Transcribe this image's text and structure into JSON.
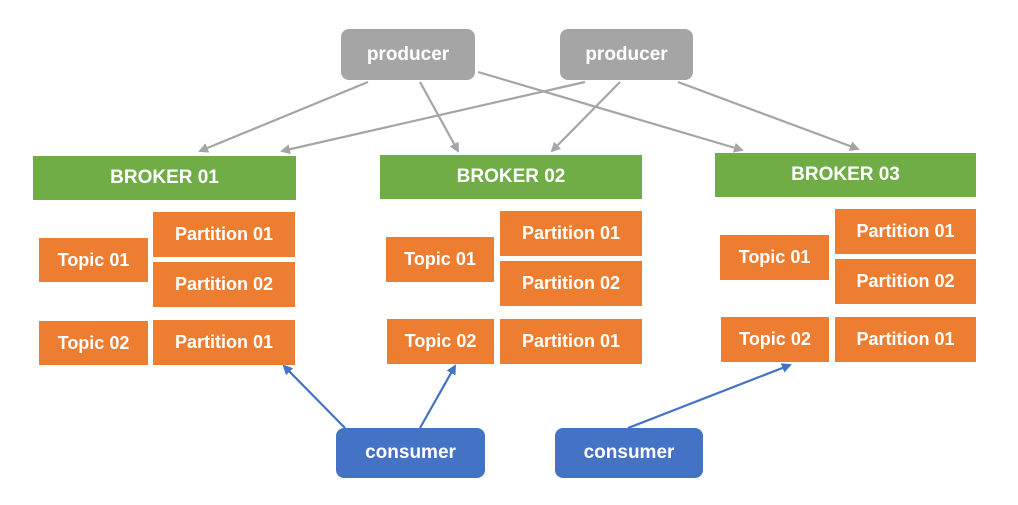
{
  "producers": [
    "producer",
    "producer"
  ],
  "consumers": [
    "consumer",
    "consumer"
  ],
  "brokers": [
    {
      "name": "BROKER 01",
      "topics": [
        {
          "label": "Topic 01",
          "partitions": [
            "Partition 01",
            "Partition 02"
          ]
        },
        {
          "label": "Topic 02",
          "partitions": [
            "Partition 01"
          ]
        }
      ]
    },
    {
      "name": "BROKER 02",
      "topics": [
        {
          "label": "Topic 01",
          "partitions": [
            "Partition 01",
            "Partition 02"
          ]
        },
        {
          "label": "Topic 02",
          "partitions": [
            "Partition 01"
          ]
        }
      ]
    },
    {
      "name": "BROKER 03",
      "topics": [
        {
          "label": "Topic 01",
          "partitions": [
            "Partition 01",
            "Partition 02"
          ]
        },
        {
          "label": "Topic 02",
          "partitions": [
            "Partition 01"
          ]
        }
      ]
    }
  ],
  "colors": {
    "producer": "#a5a5a5",
    "consumer": "#4472c4",
    "broker": "#70ad47",
    "topic_partition": "#ed7d31",
    "producer_arrow": "#a5a5a5",
    "consumer_arrow": "#4472c4"
  }
}
